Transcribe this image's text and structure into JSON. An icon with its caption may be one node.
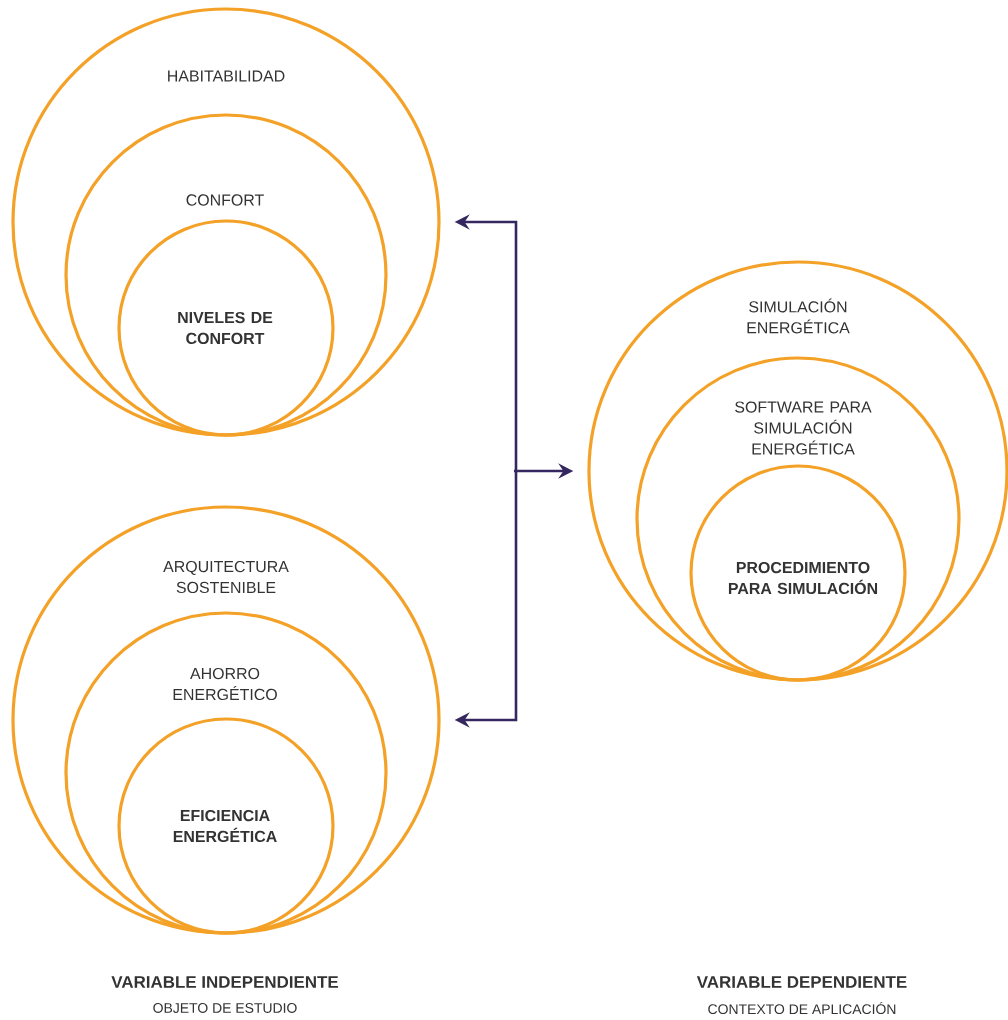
{
  "diagram": {
    "nodes": [
      {
        "text": [
          "HABITABILIDAD"
        ]
      },
      {
        "text": [
          "CONFORT"
        ],
        "in": 0
      },
      {
        "text": [
          "**NIVELES DE CONFORT**"
        ],
        "in": 1
      },
      {
        "text": [
          "ARQUITECTURA SOSTENIBLE"
        ]
      },
      {
        "text": [
          "AHORRO ENERGÉTICO"
        ],
        "in": 3
      },
      {
        "text": [
          "**EFICIENCIA ENERGÉTICA**"
        ],
        "in": 4
      },
      {
        "text": [
          "SIMULACIÓN ENERGÉTICA"
        ]
      },
      {
        "text": [
          "SOFTWARE PARA SIMULACIÓN ENERGÉTICA"
        ],
        "in": 6
      },
      {
        "text": [
          "**PROCEDIMIENTO PARA SIMULACIÓN**"
        ],
        "in": 7
      }
    ],
    "edges": [
      {
        "from": 0,
        "to": 6,
        "arrow": "both"
      },
      {
        "from": 3,
        "to": 6,
        "arrow": "both"
      }
    ],
    "labels": [
      "**VARIABLE INDEPENDIENTE**",
      "OBJETO DE ESTUDIO",
      "**VARIABLE DEPENDIENTE**",
      "CONTEXTO DE APLICACIÓN"
    ]
  }
}
